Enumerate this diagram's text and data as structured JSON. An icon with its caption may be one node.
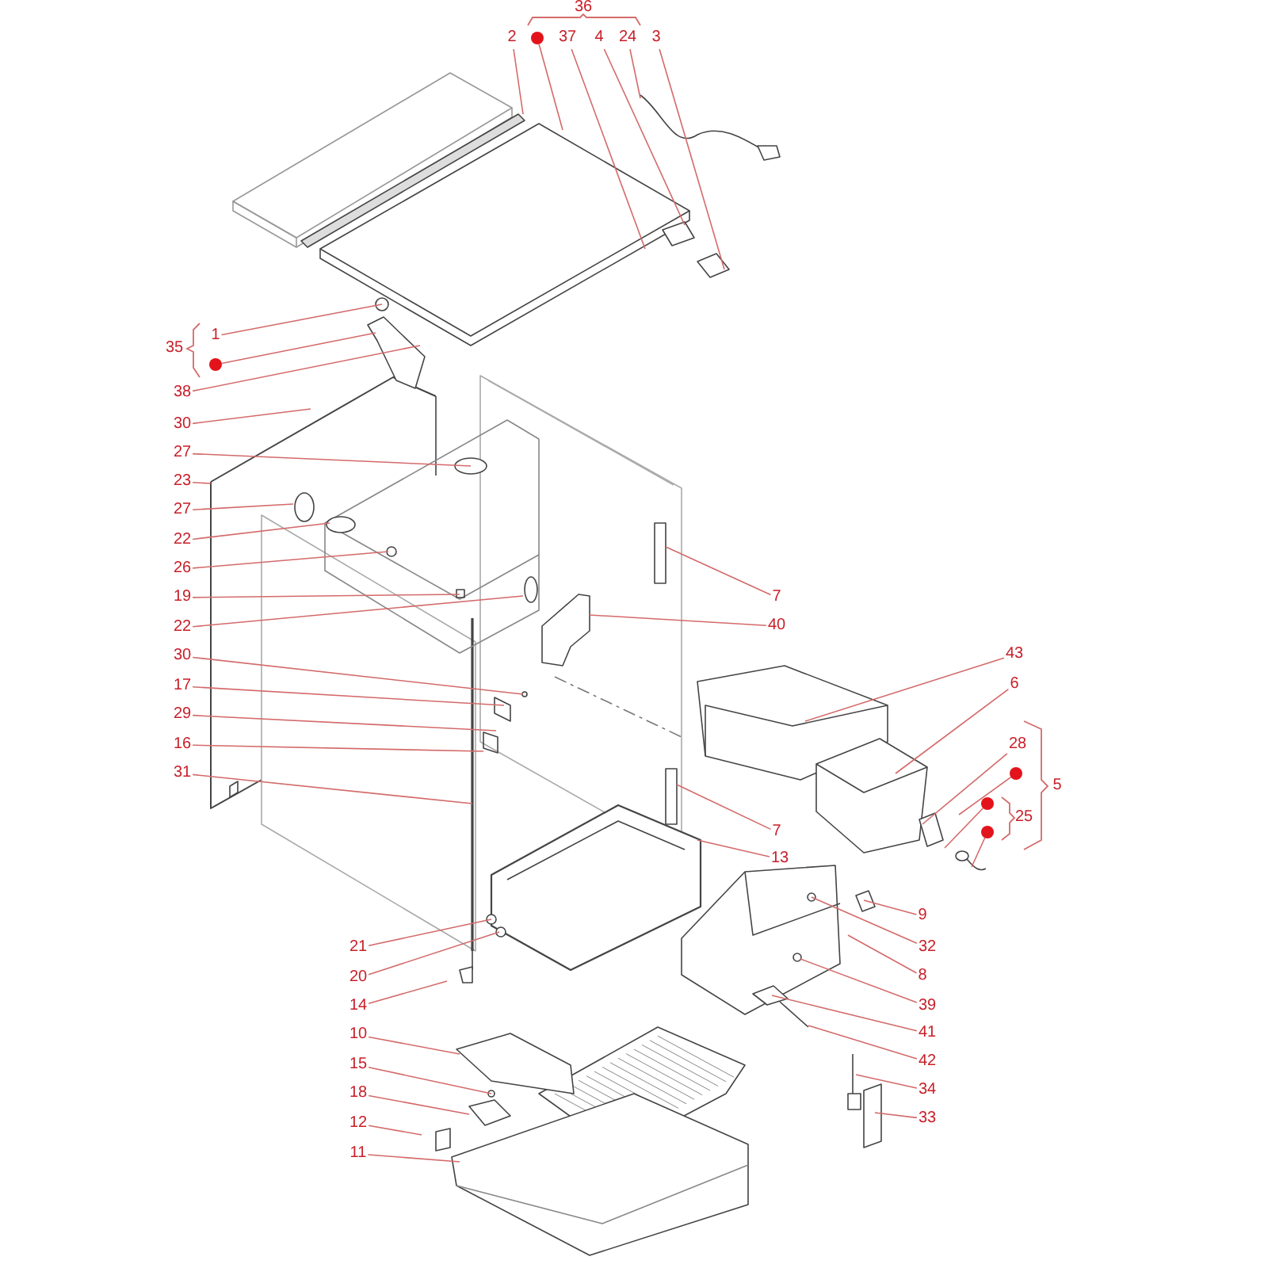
{
  "diagram": {
    "nodes": [
      {
        "text": [
          "2"
        ]
      },
      {
        "text": [],
        "shape": "circle"
      },
      {
        "text": [
          "37"
        ]
      },
      {
        "text": [
          "4"
        ]
      },
      {
        "text": [
          "24"
        ]
      },
      {
        "text": [
          "3"
        ]
      },
      {
        "text": [
          "1"
        ]
      },
      {
        "text": [],
        "shape": "circle"
      },
      {
        "text": [
          "38"
        ]
      },
      {
        "text": [
          "30"
        ]
      },
      {
        "text": [
          "27"
        ]
      },
      {
        "text": [
          "23"
        ]
      },
      {
        "text": [
          "27"
        ]
      },
      {
        "text": [
          "22"
        ]
      },
      {
        "text": [
          "26"
        ]
      },
      {
        "text": [
          "19"
        ]
      },
      {
        "text": [
          "22"
        ]
      },
      {
        "text": [
          "30"
        ]
      },
      {
        "text": [
          "17"
        ]
      },
      {
        "text": [
          "29"
        ]
      },
      {
        "text": [
          "16"
        ]
      },
      {
        "text": [
          "31"
        ]
      },
      {
        "text": [
          "7"
        ]
      },
      {
        "text": [
          "40"
        ]
      },
      {
        "text": [
          "43"
        ]
      },
      {
        "text": [
          "6"
        ]
      },
      {
        "text": [
          "28"
        ]
      },
      {
        "text": [],
        "shape": "circle"
      },
      {
        "text": [],
        "shape": "circle"
      },
      {
        "text": [],
        "shape": "circle"
      },
      {
        "text": [
          "7"
        ]
      },
      {
        "text": [
          "13"
        ]
      },
      {
        "text": [
          "9"
        ]
      },
      {
        "text": [
          "32"
        ]
      },
      {
        "text": [
          "8"
        ]
      },
      {
        "text": [
          "39"
        ]
      },
      {
        "text": [
          "41"
        ]
      },
      {
        "text": [
          "42"
        ]
      },
      {
        "text": [
          "34"
        ]
      },
      {
        "text": [
          "33"
        ]
      },
      {
        "text": [
          "21"
        ]
      },
      {
        "text": [
          "20"
        ]
      },
      {
        "text": [
          "14"
        ]
      },
      {
        "text": [
          "10"
        ]
      },
      {
        "text": [
          "15"
        ]
      },
      {
        "text": [
          "18"
        ]
      },
      {
        "text": [
          "12"
        ]
      },
      {
        "text": [
          "11"
        ]
      }
    ],
    "edges": [
      {
        "from": 0,
        "to": null,
        "arrow": "none"
      },
      {
        "from": 1,
        "to": null,
        "arrow": "none"
      },
      {
        "from": 2,
        "to": null,
        "arrow": "none"
      },
      {
        "from": 3,
        "to": null,
        "arrow": "none"
      },
      {
        "from": 4,
        "to": null,
        "arrow": "none"
      },
      {
        "from": 5,
        "to": null,
        "arrow": "none"
      },
      {
        "from": 6,
        "to": null,
        "arrow": "none"
      },
      {
        "from": 7,
        "to": null,
        "arrow": "none"
      },
      {
        "from": 8,
        "to": null,
        "arrow": "none"
      },
      {
        "from": 9,
        "to": null,
        "arrow": "none"
      },
      {
        "from": 10,
        "to": null,
        "arrow": "none"
      },
      {
        "from": 11,
        "to": null,
        "arrow": "none"
      },
      {
        "from": 12,
        "to": null,
        "arrow": "none"
      },
      {
        "from": 13,
        "to": null,
        "arrow": "none"
      },
      {
        "from": 14,
        "to": null,
        "arrow": "none"
      },
      {
        "from": 15,
        "to": null,
        "arrow": "none"
      },
      {
        "from": 16,
        "to": null,
        "arrow": "none"
      },
      {
        "from": 17,
        "to": null,
        "arrow": "none"
      },
      {
        "from": 18,
        "to": null,
        "arrow": "none"
      },
      {
        "from": 19,
        "to": null,
        "arrow": "none"
      },
      {
        "from": 20,
        "to": null,
        "arrow": "none"
      },
      {
        "from": 21,
        "to": null,
        "arrow": "none"
      },
      {
        "from": 22,
        "to": null,
        "arrow": "none"
      },
      {
        "from": 23,
        "to": null,
        "arrow": "none"
      },
      {
        "from": 24,
        "to": null,
        "arrow": "none"
      },
      {
        "from": 25,
        "to": null,
        "arrow": "none"
      },
      {
        "from": 26,
        "to": null,
        "arrow": "none"
      },
      {
        "from": 27,
        "to": null,
        "arrow": "none"
      },
      {
        "from": 28,
        "to": null,
        "arrow": "none"
      },
      {
        "from": 29,
        "to": null,
        "arrow": "none"
      },
      {
        "from": 30,
        "to": null,
        "arrow": "none"
      },
      {
        "from": 31,
        "to": null,
        "arrow": "none"
      },
      {
        "from": 32,
        "to": null,
        "arrow": "none"
      },
      {
        "from": 33,
        "to": null,
        "arrow": "none"
      },
      {
        "from": 34,
        "to": null,
        "arrow": "none"
      },
      {
        "from": 35,
        "to": null,
        "arrow": "none"
      },
      {
        "from": 36,
        "to": null,
        "arrow": "none"
      },
      {
        "from": 37,
        "to": null,
        "arrow": "none"
      },
      {
        "from": 38,
        "to": null,
        "arrow": "none"
      },
      {
        "from": 39,
        "to": null,
        "arrow": "none"
      },
      {
        "from": 40,
        "to": null,
        "arrow": "none"
      },
      {
        "from": 41,
        "to": null,
        "arrow": "none"
      },
      {
        "from": 42,
        "to": null,
        "arrow": "none"
      },
      {
        "from": 43,
        "to": null,
        "arrow": "none"
      },
      {
        "from": 44,
        "to": null,
        "arrow": "none"
      },
      {
        "from": 45,
        "to": null,
        "arrow": "none"
      },
      {
        "from": 46,
        "to": null,
        "arrow": "none"
      },
      {
        "from": 47,
        "to": null,
        "arrow": "none"
      }
    ],
    "labels": [
      "36",
      "35",
      "5",
      "25"
    ]
  }
}
